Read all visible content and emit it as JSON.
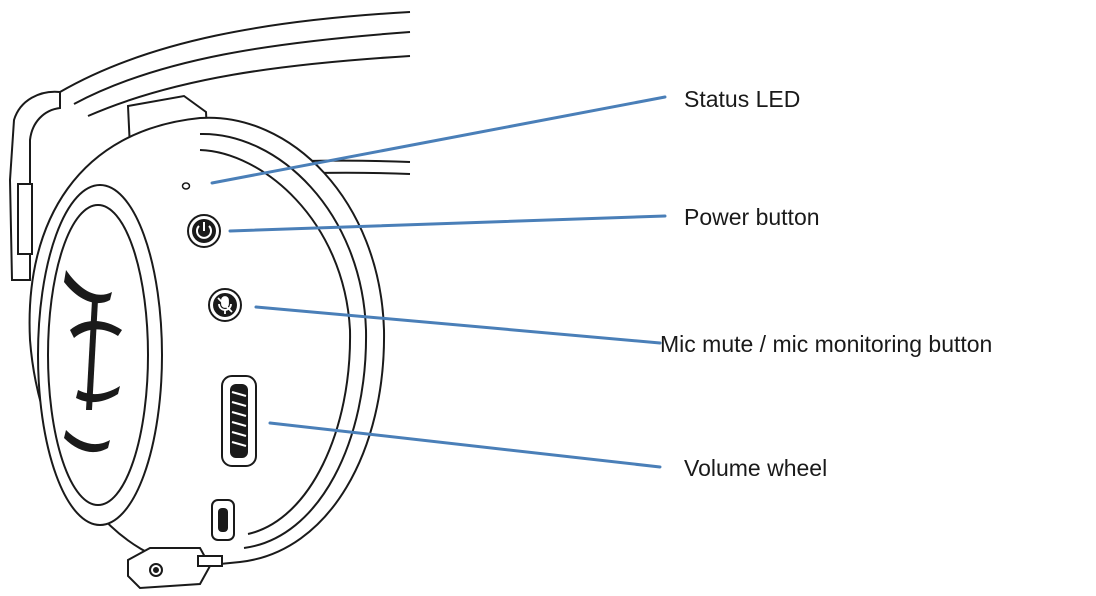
{
  "callouts": {
    "status_led": "Status LED",
    "power_button": "Power button",
    "mic_button": "Mic mute / mic monitoring button",
    "volume_wheel": "Volume wheel"
  },
  "colors": {
    "leader_line": "#4a7fb8",
    "outline": "#1a1a1a",
    "background": "#ffffff"
  },
  "icons": {
    "power": "power-icon",
    "mic_mute": "mic-mute-icon",
    "logo": "brand-logo-icon"
  }
}
